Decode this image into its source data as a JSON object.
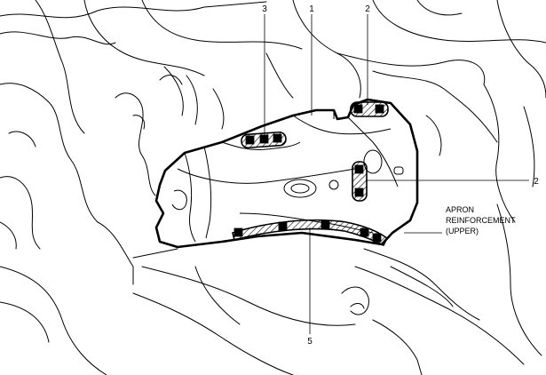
{
  "callouts": {
    "c1": "1",
    "c2_top": "2",
    "c2_right": "2",
    "c3": "3",
    "c5": "5"
  },
  "part_label": {
    "line1": "APRON",
    "line2": "REINFORCEMENT",
    "line3": "(UPPER)"
  }
}
